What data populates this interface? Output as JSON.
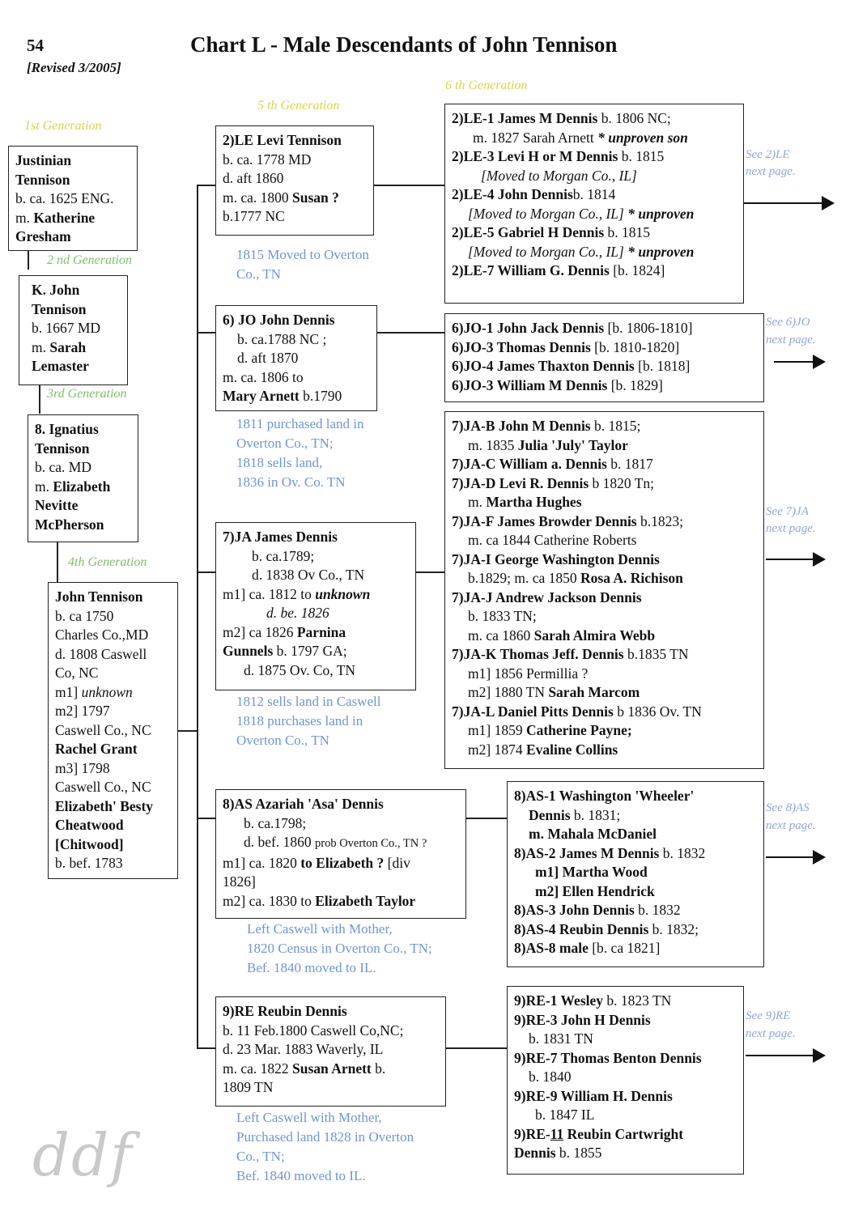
{
  "page_number": "54",
  "revised": "[Revised 3/2005]",
  "title": "Chart L - Male Descendants of John Tennison",
  "generations": {
    "g1": "1st Generation",
    "g2": "2 nd Generation",
    "g3": "3rd Generation",
    "g4": "4th Generation",
    "g5": "5 th Generation",
    "g6": "6 th Generation"
  },
  "gen1": {
    "l1": "Justinian",
    "l2": "Tennison",
    "l3": "b. ca. 1625 ENG.",
    "l4a": "m. ",
    "l4b": "Katherine",
    "l5": "Gresham"
  },
  "gen2": {
    "l1a": "K. ",
    "l1b": "John",
    "l2": "Tennison",
    "l3": "b. 1667 MD",
    "l4a": "m. ",
    "l4b": "Sarah",
    "l5": "Lemaster"
  },
  "gen3": {
    "l1": "8. Ignatius",
    "l2": "Tennison",
    "l3": "b. ca. MD",
    "l4a": "m. ",
    "l4b": "Elizabeth",
    "l5": "Nevitte",
    "l6": "McPherson"
  },
  "gen4": {
    "l1": "John Tennison",
    "l2": "b. ca 1750",
    "l3": "Charles Co.,MD",
    "l4": "d. 1808 Caswell",
    "l5": "Co, NC",
    "l6a": "m1] ",
    "l6b": "unknown",
    "l7": "m2] 1797",
    "l8": "Caswell Co., NC",
    "l9": "Rachel Grant",
    "l10": "m3] 1798",
    "l11": "Caswell Co., NC",
    "l12": "Elizabeth' Besty",
    "l13": "Cheatwood",
    "l14": "[Chitwood]",
    "l15": "b. bef. 1783"
  },
  "le": {
    "l1": "2)LE  Levi Tennison",
    "l2": "b. ca. 1778  MD",
    "l3": "d. aft 1860",
    "l4a": "m. ca. 1800  ",
    "l4b": "Susan ?",
    "l5": "b.1777 NC",
    "note1": "1815 Moved to Overton",
    "note2": "Co., TN"
  },
  "le_kids": {
    "r1a": "2)LE-1  James M Dennis",
    "r1b": "  b. 1806 NC;",
    "r2a": "m. 1827 Sarah Arnett ",
    "r2b": "* unproven son",
    "r3a": "2)LE-3  Levi H or M Dennis",
    "r3b": " b. 1815",
    "r4": "[Moved to Morgan Co., IL]",
    "r5a": "2)LE-4  John Dennis",
    "r5b": "b. 1814",
    "r6a": "[Moved to Morgan Co., IL] ",
    "r6b": "* unproven",
    "r7a": "2)LE-5 Gabriel H Dennis",
    "r7b": " b. 1815",
    "r8a": "[Moved to Morgan Co., IL] ",
    "r8b": "* unproven",
    "r9a": "2)LE-7 William G. Dennis",
    "r9b": " [b. 1824]",
    "see1": "See 2)LE",
    "see2": "next page."
  },
  "jo": {
    "l1": "6) JO  John Dennis",
    "l2": "b. ca.1788 NC ;",
    "l3": "d. aft 1870",
    "l4": "m. ca. 1806 to",
    "l5a": "Mary Arnett",
    "l5b": " b.1790",
    "note1": "1811 purchased land in",
    "note2": "Overton Co., TN;",
    "note3": "1818 sells land,",
    "note4": "1836 in Ov. Co. TN"
  },
  "jo_kids": {
    "r1a": "6)JO-1  John Jack Dennis",
    "r1b": " [b. 1806-1810]",
    "r2a": "6)JO-3  Thomas Dennis",
    "r2b": " [b. 1810-1820]",
    "r3a": "6)JO-4  James Thaxton Dennis",
    "r3b": " [b. 1818]",
    "r4a": "6)JO-3  William M Dennis",
    "r4b": " [b. 1829]",
    "see1": "See 6)JO",
    "see2": "next page."
  },
  "ja": {
    "l1": "7)JA James Dennis",
    "l2": "b. ca.1789;",
    "l3": "d. 1838 Ov Co., TN",
    "l4a": "m1] ca. 1812 to ",
    "l4b": "unknown",
    "l5": "d. be. 1826",
    "l6a": "m2] ca 1826 ",
    "l6b": "Parnina",
    "l7a": "Gunnels",
    "l7b": " b. 1797 GA;",
    "l8": "d. 1875 Ov. Co, TN",
    "note1": "1812 sells land in Caswell",
    "note2": "1818 purchases land in",
    "note3": "Overton Co., TN"
  },
  "ja_kids": {
    "r1a": "7)JA-B  John M Dennis",
    "r1b": " b. 1815;",
    "r2a": "m. 1835 ",
    "r2b": "Julia 'July' Taylor",
    "r3a": "7)JA-C William a. Dennis",
    "r3b": " b. 1817",
    "r4a": "7)JA-D  Levi R. Dennis",
    "r4b": " b 1820 Tn;",
    "r5a": "m. ",
    "r5b": "Martha Hughes",
    "r6a": "7)JA-F  James Browder Dennis",
    "r6b": " b.1823;",
    "r7": "m. ca 1844 Catherine Roberts",
    "r8": "7)JA-I   George Washington Dennis",
    "r9a": "b.1829; m. ca 1850  ",
    "r9b": "Rosa A. Richison",
    "r10": "7)JA-J  Andrew Jackson Dennis",
    "r11": "b. 1833 TN;",
    "r12a": "m. ca 1860 ",
    "r12b": "Sarah Almira Webb",
    "r13a": "7)JA-K  Thomas Jeff. Dennis",
    "r13b": " b.1835 TN",
    "r14": "m1] 1856 Permillia ?",
    "r15a": "m2] 1880 TN ",
    "r15b": "Sarah Marcom",
    "r16a": "7)JA-L  Daniel Pitts Dennis",
    "r16b": " b 1836 Ov. TN",
    "r17a": "m1] 1859 ",
    "r17b": "Catherine Payne;",
    "r18a": "m2] 1874 ",
    "r18b": "Evaline Collins",
    "see1": "See 7)JA",
    "see2": "next page."
  },
  "as": {
    "l1": "8)AS Azariah 'Asa' Dennis",
    "l2": "b. ca.1798;",
    "l3a": "d. bef. 1860  ",
    "l3b": "prob Overton Co., TN ?",
    "l4a": "m1] ca. 1820 ",
    "l4b": "to Elizabeth ?",
    "l4c": "  [div",
    "l5": "1826]",
    "l6a": "m2] ca. 1830 to ",
    "l6b": "Elizabeth Taylor",
    "note1": "Left Caswell with Mother,",
    "note2": "1820 Census in Overton Co., TN;",
    "note3": "Bef. 1840 moved to  IL."
  },
  "as_kids": {
    "r1": "8)AS-1 Washington 'Wheeler'",
    "r2a": "Dennis",
    "r2b": " b. 1831;",
    "r3": "m. Mahala McDaniel",
    "r4a": "8)AS-2  James M Dennis",
    "r4b": "  b. 1832",
    "r5": "m1] Martha Wood",
    "r6": "m2] Ellen Hendrick",
    "r7a": "8)AS-3  John Dennis",
    "r7b": "  b. 1832",
    "r8a": "8)AS-4  Reubin Dennis",
    "r8b": "  b. 1832;",
    "r9a": "8)AS-8   male",
    "r9b": " [b. ca 1821]",
    "see1": "See 8)AS",
    "see2": "next page."
  },
  "re": {
    "l1": "9)RE  Reubin  Dennis",
    "l2": "b. 11 Feb.1800 Caswell Co,NC;",
    "l3": "d.  23 Mar. 1883 Waverly, IL",
    "l4a": "m. ca. 1822 ",
    "l4b": "Susan Arnett",
    "l4c": " b.",
    "l5": "1809 TN",
    "note1": "Left Caswell with Mother,",
    "note2": "Purchased land 1828 in Overton",
    "note3": "Co., TN;",
    "note4": "Bef. 1840 moved to  IL."
  },
  "re_kids": {
    "r1a": "9)RE-1  Wesley",
    "r1b": " b. 1823 TN",
    "r2": "9)RE-3  John H Dennis",
    "r3": "b. 1831 TN",
    "r4": "9)RE-7  Thomas Benton Dennis",
    "r5": "b. 1840",
    "r6": "9)RE-9  William H. Dennis",
    "r7": "b. 1847 IL",
    "r8a": "9)RE-",
    "r8b": "11",
    "r8c": " Reubin Cartwright",
    "r9a": "Dennis",
    "r9b": " b. 1855",
    "see1": "See 9)RE",
    "see2": "next page."
  },
  "signature": "ddf"
}
